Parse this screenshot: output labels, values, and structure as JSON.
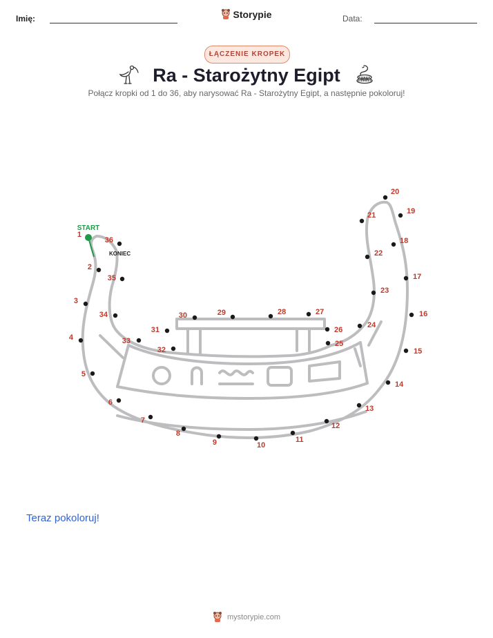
{
  "header": {
    "name_label": "Imię:",
    "date_label": "Data:",
    "brand": "Storypie"
  },
  "badge": "ŁĄCZENIE KROPEK",
  "title": "Ra - Starożytny Egipt",
  "subtitle": "Połącz kropki od 1 do 36, aby narysować Ra - Starożytny Egipt, a następnie pokoloruj!",
  "puzzle": {
    "start_label": "START",
    "end_label": "KONIEC",
    "dot_color": "#1a1a1a",
    "number_color": "#c0392b",
    "start_color": "#1e9a48",
    "outline_color": "#bdbdc0",
    "dots": [
      {
        "n": "1"
      },
      {
        "n": "2"
      },
      {
        "n": "3"
      },
      {
        "n": "4"
      },
      {
        "n": "5"
      },
      {
        "n": "6"
      },
      {
        "n": "7"
      },
      {
        "n": "8"
      },
      {
        "n": "9"
      },
      {
        "n": "10"
      },
      {
        "n": "11"
      },
      {
        "n": "12"
      },
      {
        "n": "13"
      },
      {
        "n": "14"
      },
      {
        "n": "15"
      },
      {
        "n": "16"
      },
      {
        "n": "17"
      },
      {
        "n": "18"
      },
      {
        "n": "19"
      },
      {
        "n": "20"
      },
      {
        "n": "21"
      },
      {
        "n": "22"
      },
      {
        "n": "23"
      },
      {
        "n": "24"
      },
      {
        "n": "25"
      },
      {
        "n": "26"
      },
      {
        "n": "27"
      },
      {
        "n": "28"
      },
      {
        "n": "29"
      },
      {
        "n": "30"
      },
      {
        "n": "31"
      },
      {
        "n": "32"
      },
      {
        "n": "33"
      },
      {
        "n": "34"
      },
      {
        "n": "35"
      },
      {
        "n": "36"
      }
    ]
  },
  "cta": "Teraz pokoloruj!",
  "footer": "mystorypie.com"
}
